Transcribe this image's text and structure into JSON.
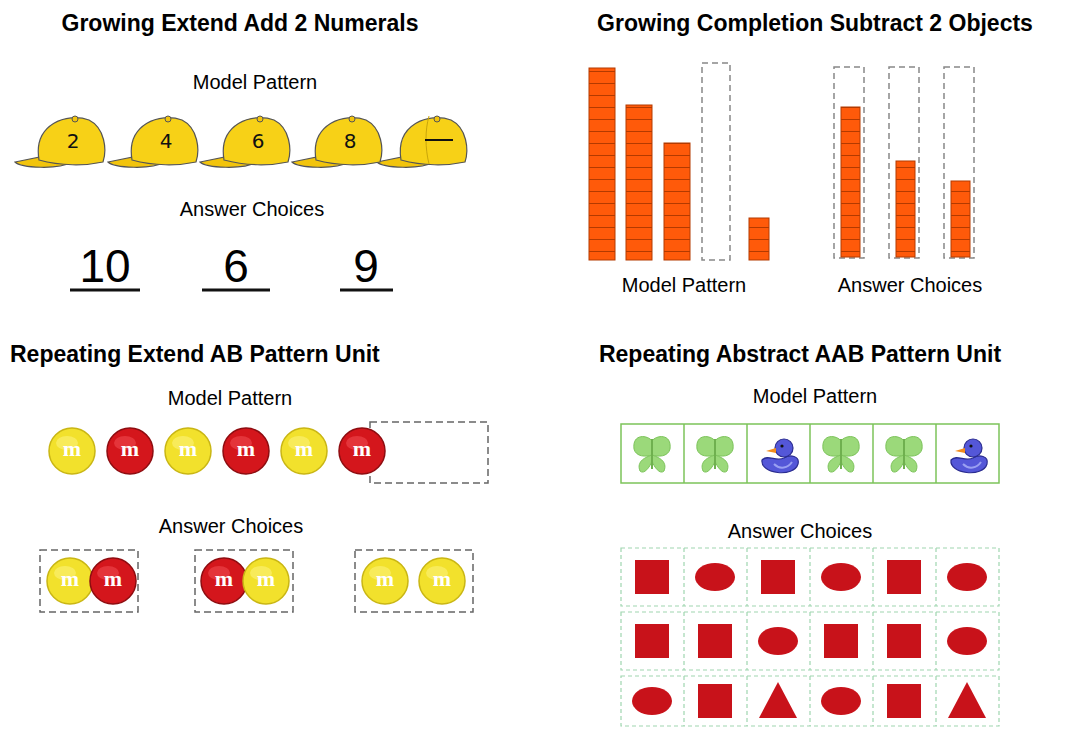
{
  "diagram": {
    "nodes": [
      {
        "text": [
          "2"
        ]
      },
      {
        "text": [
          "4"
        ]
      },
      {
        "text": [
          "6"
        ]
      },
      {
        "text": [
          "8"
        ]
      },
      {
        "text": [
          "m"
        ]
      },
      {
        "text": [
          "m"
        ]
      },
      {
        "text": [
          "m"
        ]
      },
      {
        "text": [
          "m"
        ]
      },
      {
        "text": [
          "m"
        ]
      },
      {
        "text": [
          "m"
        ]
      },
      {
        "text": [
          "m"
        ]
      },
      {
        "text": [
          "m"
        ]
      },
      {
        "text": [
          "m"
        ]
      },
      {
        "text": [
          "m"
        ]
      },
      {
        "text": [
          "m"
        ]
      },
      {
        "text": [
          "m"
        ]
      }
    ],
    "labels": [
      "Growing Extend Add 2 Numerals",
      "Model Pattern",
      "Answer Choices",
      "10",
      "6",
      "9",
      "Growing Completion Subtract 2 Objects",
      "Model Pattern",
      "Answer Choices",
      "Repeating Extend AB Pattern Unit",
      "Model Pattern",
      "Answer Choices",
      "Repeating Abstract AAB Pattern Unit",
      "Model Pattern",
      "Answer Choices"
    ]
  }
}
